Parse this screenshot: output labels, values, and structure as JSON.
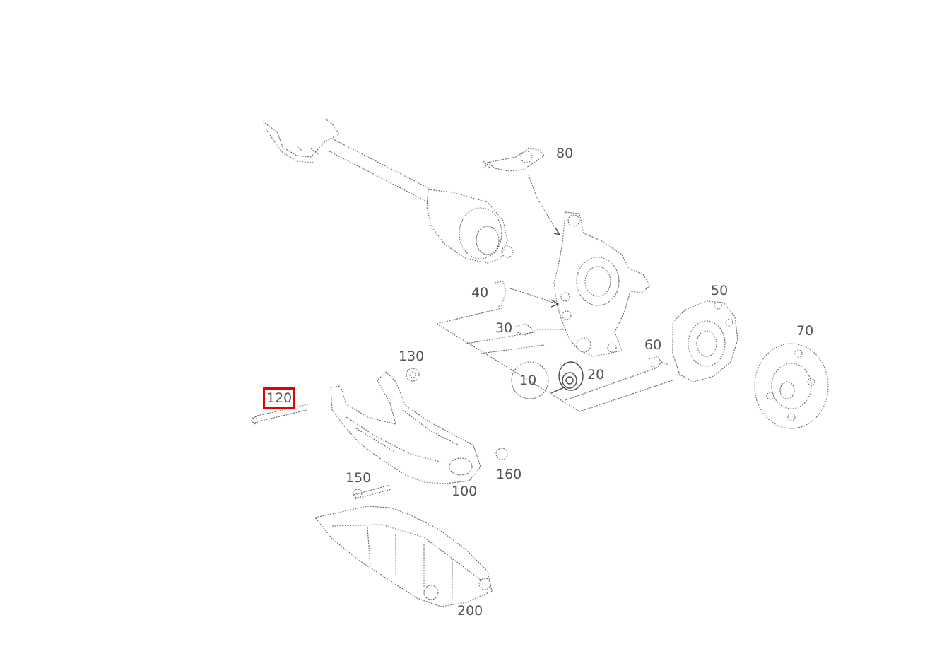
{
  "diagram": {
    "selected_callout": "120",
    "highlight_color": "#e60000",
    "callouts": {
      "c10": "10",
      "c20": "20",
      "c30": "30",
      "c40": "40",
      "c50": "50",
      "c60": "60",
      "c70": "70",
      "c80": "80",
      "c100": "100",
      "c120": "120",
      "c130": "130",
      "c150": "150",
      "c160": "160",
      "c200": "200"
    }
  }
}
